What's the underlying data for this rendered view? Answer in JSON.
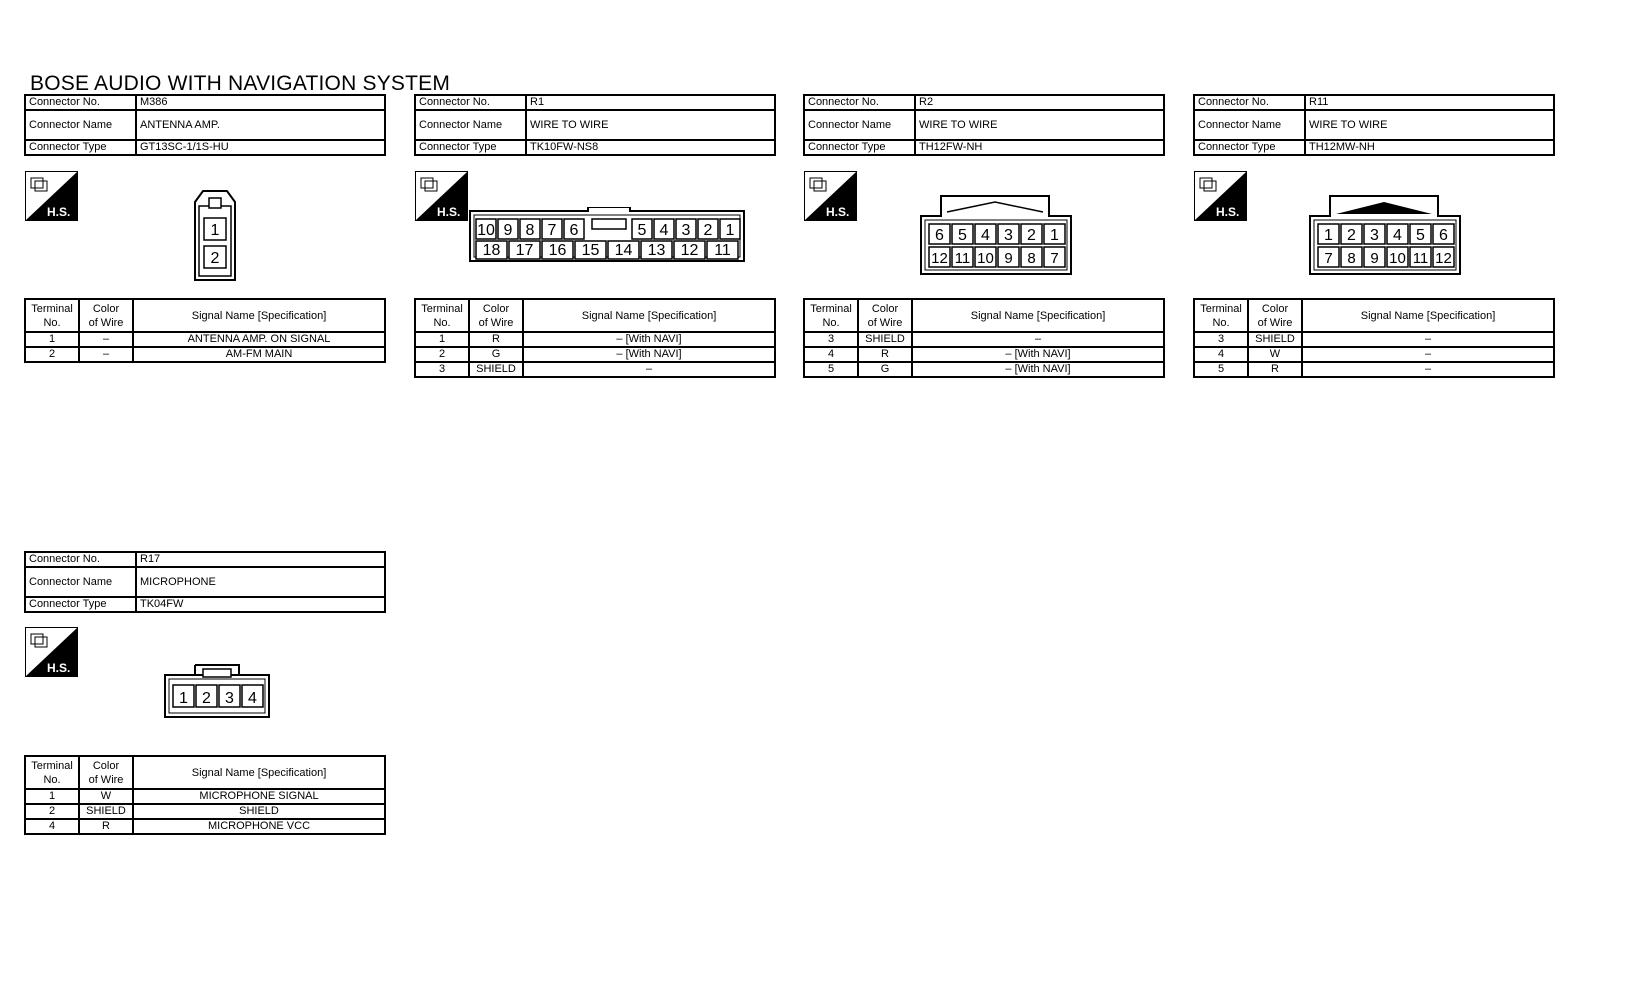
{
  "page_title": "BOSE AUDIO WITH NAVIGATION SYSTEM",
  "labels": {
    "connector_no": "Connector No.",
    "connector_name": "Connector Name",
    "connector_type": "Connector Type",
    "hs": "H.S.",
    "col_terminal_l1": "Terminal",
    "col_terminal_l2": "No.",
    "col_color_l1": "Color",
    "col_color_l2": "of Wire",
    "col_signal": "Signal Name [Specification]"
  },
  "connectors": [
    {
      "no": "M386",
      "name": "ANTENNA AMP.",
      "type": "GT13SC-1/1S-HU",
      "signal_header": "Signal Name [Specification]",
      "pins": [
        "1",
        "2"
      ],
      "terminals": [
        {
          "no": "1",
          "color": "–",
          "signal": "ANTENNA AMP. ON SIGNAL"
        },
        {
          "no": "2",
          "color": "–",
          "signal": "AM-FM MAIN"
        }
      ]
    },
    {
      "no": "R1",
      "name": "WIRE TO WIRE",
      "type": "TK10FW-NS8",
      "signal_header": "Signal Name [Specification]",
      "pins_top": [
        "10",
        "9",
        "8",
        "7",
        "6",
        "5",
        "4",
        "3",
        "2",
        "1"
      ],
      "pins_bottom": [
        "18",
        "17",
        "16",
        "15",
        "14",
        "13",
        "12",
        "11"
      ],
      "terminals": [
        {
          "no": "1",
          "color": "R",
          "signal": "– [With NAVI]"
        },
        {
          "no": "2",
          "color": "G",
          "signal": "– [With NAVI]"
        },
        {
          "no": "3",
          "color": "SHIELD",
          "signal": "–"
        }
      ]
    },
    {
      "no": "R2",
      "name": "WIRE TO WIRE",
      "type": "TH12FW-NH",
      "signal_header": "Signal Name [Specification]",
      "pins_top": [
        "6",
        "5",
        "4",
        "3",
        "2",
        "1"
      ],
      "pins_bottom": [
        "12",
        "11",
        "10",
        "9",
        "8",
        "7"
      ],
      "terminals": [
        {
          "no": "3",
          "color": "SHIELD",
          "signal": "–"
        },
        {
          "no": "4",
          "color": "R",
          "signal": "– [With NAVI]"
        },
        {
          "no": "5",
          "color": "G",
          "signal": "– [With NAVI]"
        }
      ]
    },
    {
      "no": "R11",
      "name": "WIRE TO WIRE",
      "type": "TH12MW-NH",
      "signal_header": "Signal Name [Specification]",
      "pins_top": [
        "1",
        "2",
        "3",
        "4",
        "5",
        "6"
      ],
      "pins_bottom": [
        "7",
        "8",
        "9",
        "10",
        "11",
        "12"
      ],
      "terminals": [
        {
          "no": "3",
          "color": "SHIELD",
          "signal": "–"
        },
        {
          "no": "4",
          "color": "W",
          "signal": "–"
        },
        {
          "no": "5",
          "color": "R",
          "signal": "–"
        }
      ]
    },
    {
      "no": "R17",
      "name": "MICROPHONE",
      "type": "TK04FW",
      "signal_header": "Signal Name [Specification]",
      "pins": [
        "1",
        "2",
        "3",
        "4"
      ],
      "terminals": [
        {
          "no": "1",
          "color": "W",
          "signal": "MICROPHONE SIGNAL"
        },
        {
          "no": "2",
          "color": "SHIELD",
          "signal": "SHIELD"
        },
        {
          "no": "4",
          "color": "R",
          "signal": "MICROPHONE VCC"
        }
      ]
    }
  ]
}
